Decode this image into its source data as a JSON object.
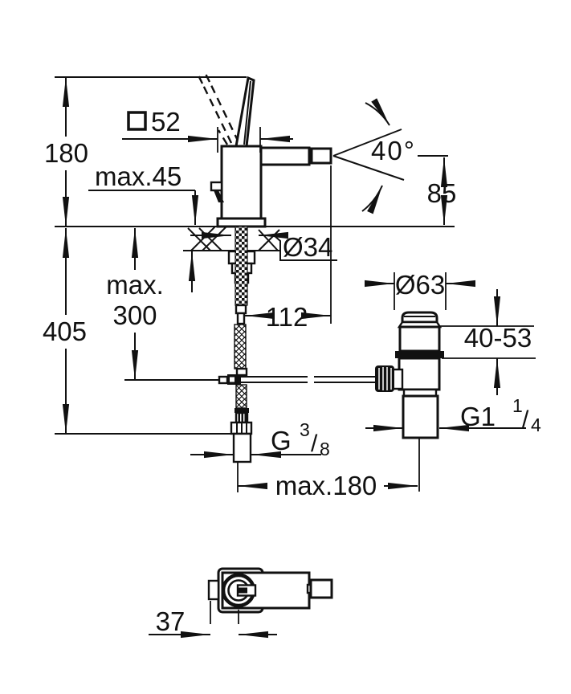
{
  "drawing": {
    "background": "#ffffff",
    "line_color": "#111111",
    "views": [
      "front-elevation-with-popup-waste",
      "top-view"
    ]
  },
  "labels": {
    "d52": "52",
    "max45": "max.45",
    "d180": "180",
    "d405": "405",
    "max300_line1": "max.",
    "max300_line2": "300",
    "dia34": "Ø34",
    "d112": "112",
    "angle": "40°",
    "d85": "85",
    "dia63": "Ø63",
    "clamp": "40-53",
    "g114": {
      "base": "G1",
      "sup": "1",
      "slash": "/",
      "sub": "4"
    },
    "g38": {
      "base": "G",
      "sup": "3",
      "slash": "/",
      "sub": "8"
    },
    "max180": "max.180",
    "d37": "37"
  }
}
